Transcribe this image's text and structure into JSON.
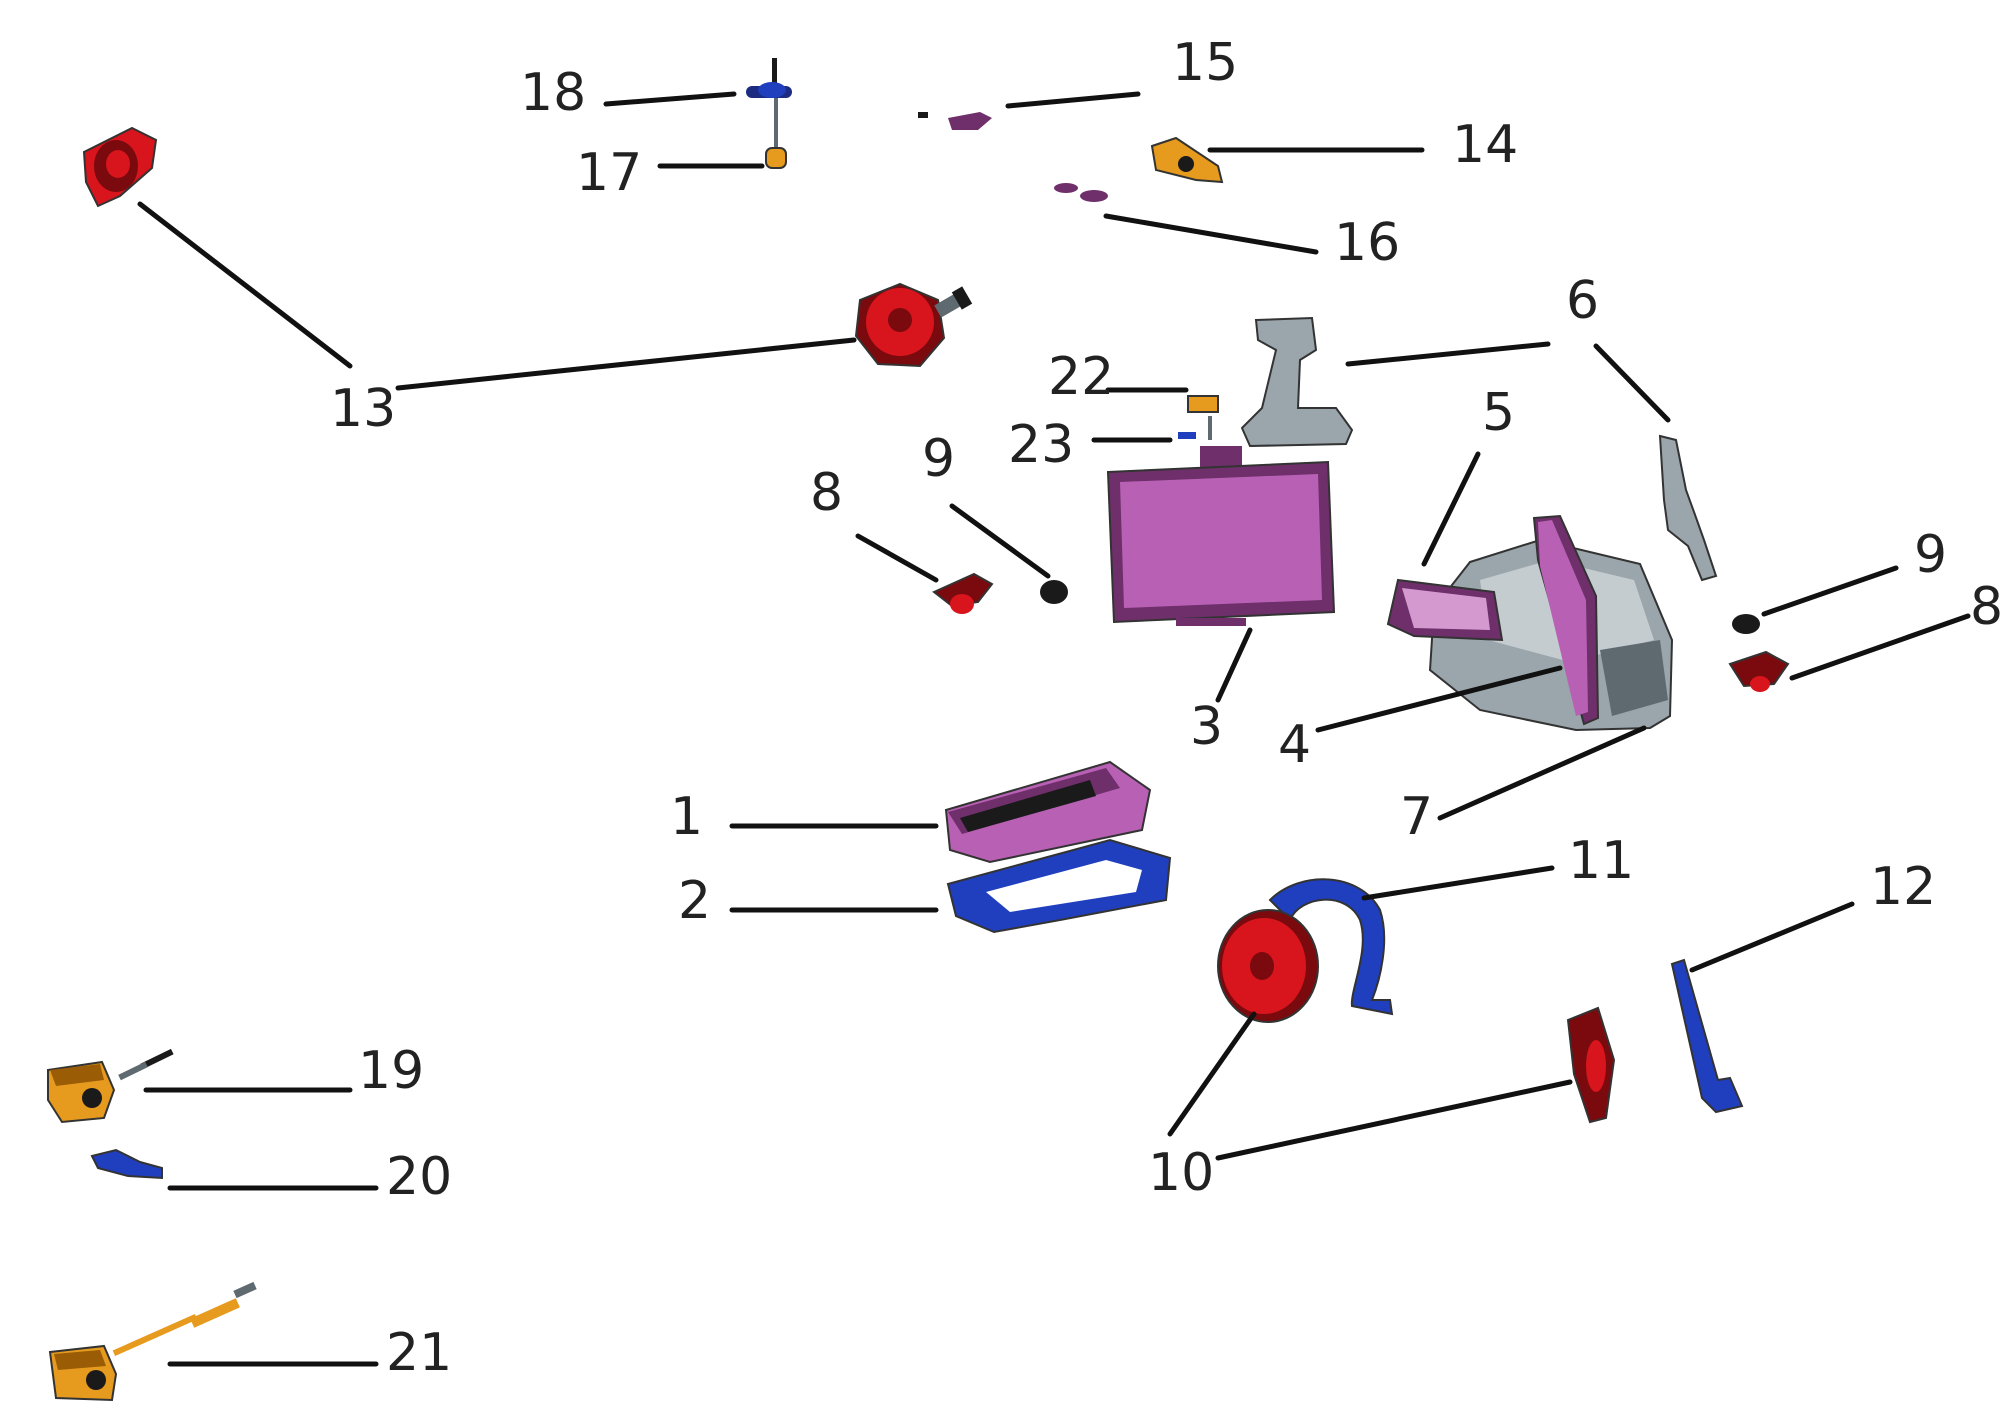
{
  "colors": {
    "red": "#d8141c",
    "dark_red": "#7a0a0e",
    "blue": "#1f3fbf",
    "navy": "#1c2c80",
    "magenta": "#b860b4",
    "light_magenta": "#d49ad0",
    "dark_magenta": "#6e2f6b",
    "gray": "#9aa6ab",
    "light_gray": "#c4ccd0",
    "dark_gray": "#5e6a70",
    "orange": "#e69a1e",
    "dark_orange": "#9a5c05",
    "black": "#1a1a1a",
    "line": "#111111"
  },
  "labels": {
    "l1": "1",
    "l2": "2",
    "l3": "3",
    "l4": "4",
    "l5": "5",
    "l6": "6",
    "l7": "7",
    "l8a": "8",
    "l8b": "8",
    "l9a": "9",
    "l9b": "9",
    "l10": "10",
    "l11": "11",
    "l12": "12",
    "l13": "13",
    "l14": "14",
    "l15": "15",
    "l16": "16",
    "l17": "17",
    "l18": "18",
    "l19": "19",
    "l20": "20",
    "l21": "21",
    "l22": "22",
    "l23": "23"
  }
}
